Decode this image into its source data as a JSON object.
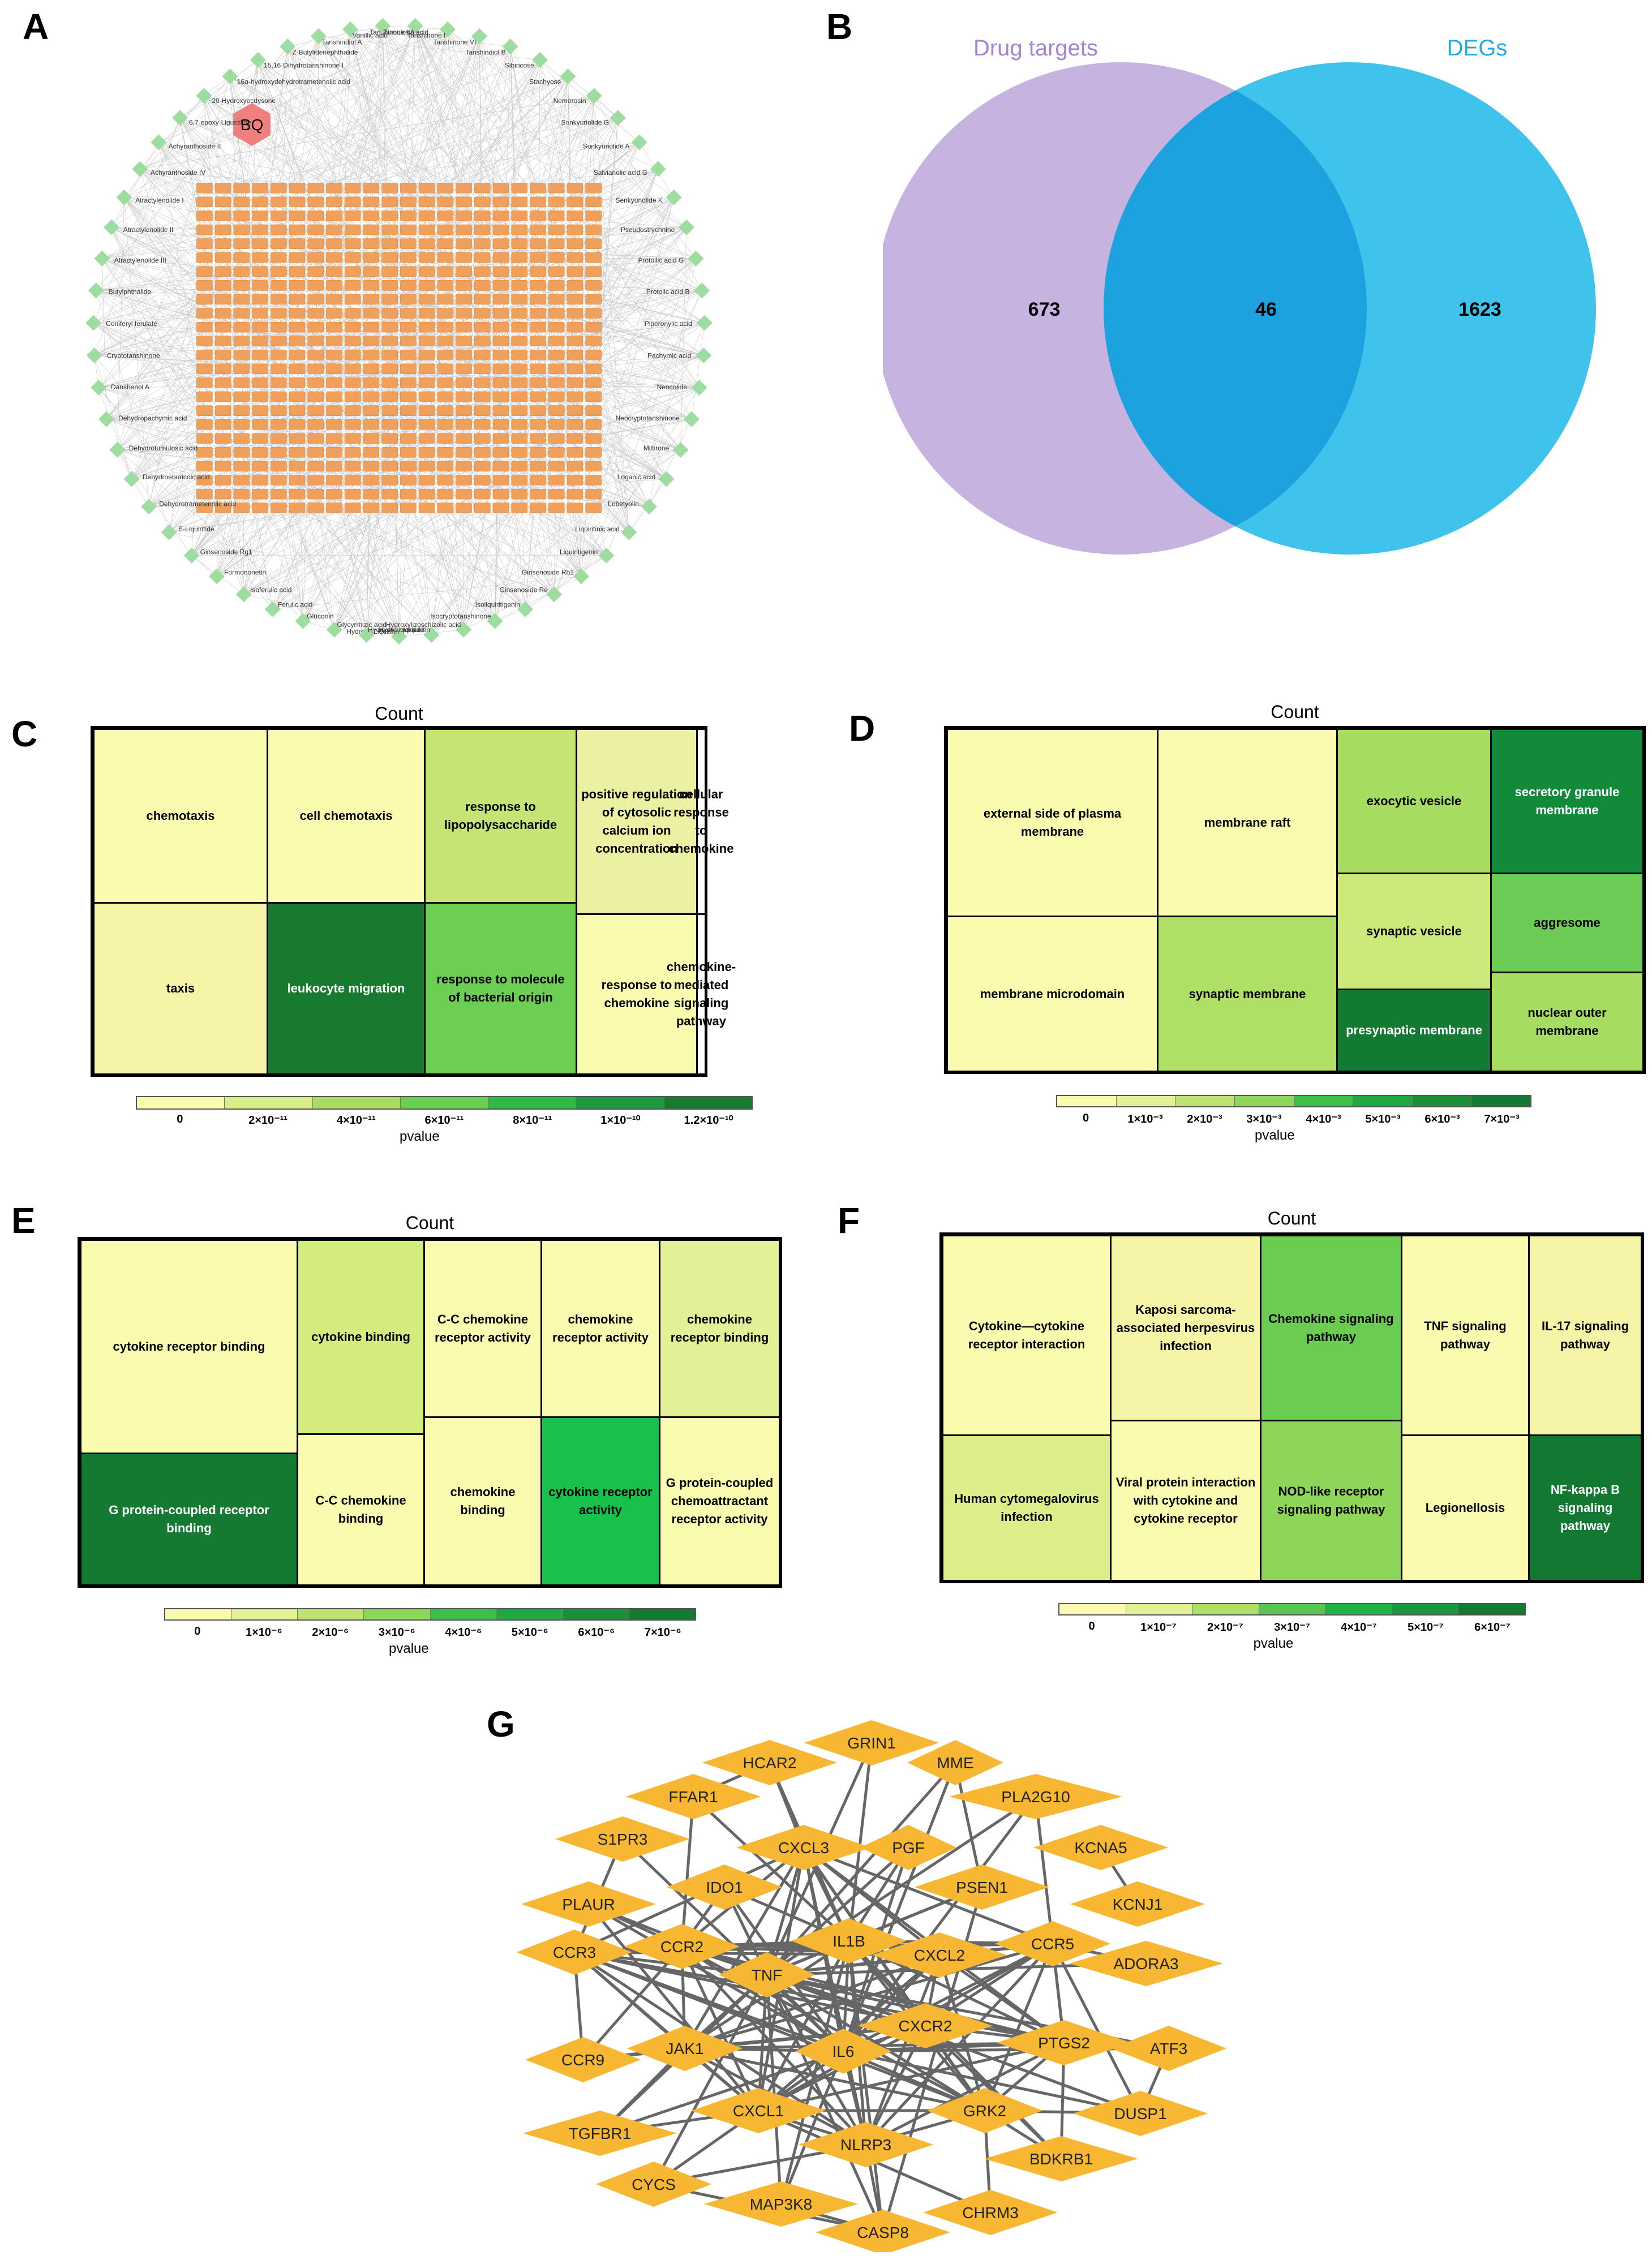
{
  "panels": {
    "a": "A",
    "b": "B",
    "c": "C",
    "d": "D",
    "e": "E",
    "f": "F",
    "g": "G"
  },
  "panel_a": {
    "center_label": "BQ",
    "compounds": [
      "Tanshinone IIA",
      "Tanshinone I",
      "Tanshinone VI",
      "Tanshindiol B",
      "Sibiricose",
      "Stachyose",
      "Nemorosin",
      "Sonkyuriolide G",
      "Sonkyuriolide A",
      "Salvianolic acid G",
      "Senkyunolide K",
      "Pseudostrychnine",
      "Protoilic acid G",
      "Protolic acid B",
      "Piperonylic acid",
      "Pachymic acid",
      "Neocolide",
      "Neocryptotanshinone",
      "Miltirone",
      "Loganic acid",
      "Lobetyolin",
      "Liquiritinic acid",
      "Liquiritigenin",
      "Ginsenoside Rb1",
      "Ginsenoside Re",
      "Isoliquiritigenin",
      "Isocryptotanshinone",
      "Hydroxylizoschizolic acid",
      "Hydroxylqiquiritin",
      "Hydroxy-Liquiritin",
      "Hydroxy-Liquiritide",
      "Glycyrrhizic acid",
      "Gluconin",
      "Ferulic acid",
      "Isoferulic acid",
      "Formononetin",
      "Ginsenoside Rg1",
      "E-Liquiritide",
      "Dehydrotrametenolic acid",
      "Dehydroeburicoic acid",
      "Dehydrotumulosic acid",
      "Dehydropachymic acid",
      "Danshenol A",
      "Cryptotanshinone",
      "Coniferyl ferulate",
      "Butylphthalide",
      "Atractylenolide III",
      "Atractylenolide II",
      "Atractylenolide I",
      "Achyranthoside IV",
      "Achyranthoside II",
      "6,7-epoxy-Ligustilide",
      "20-Hydroxyecdysone",
      "16α-hydroxydehydrotrametenolic acid",
      "15,16-Dihydrotanshinone I",
      "Z-Butylidenephthalide",
      "Tanshindiol A",
      "Vanillic acid",
      "Tumulosic acid"
    ],
    "colors": {
      "compound": "#9fdca0",
      "target": "#f0a05a",
      "center": "#f08080",
      "edge": "#9a9a9a"
    }
  },
  "venn": {
    "left_label": "Drug targets",
    "right_label": "DEGs",
    "left_only": "673",
    "overlap": "46",
    "right_only": "1623",
    "colors": {
      "left": "#c6b3e0",
      "right": "#3fc3ec",
      "overlap": "#1da2e0",
      "left_text": "#a285cf",
      "right_text": "#22a9e6"
    }
  },
  "treemaps": {
    "c": {
      "title": "Count",
      "cells": [
        "chemotaxis",
        "taxis",
        "cell chemotaxis",
        "leukocyte migration",
        "response to lipopolysaccharide",
        "response to molecule of bacterial origin",
        "positive regulation of cytosolic calcium ion concentration",
        "response to chemokine",
        "cellular response to chemokine",
        "chemokine-mediated signaling pathway"
      ],
      "legend": {
        "title": "pvalue",
        "ticks": [
          "0",
          "2×10⁻¹¹",
          "4×10⁻¹¹",
          "6×10⁻¹¹",
          "8×10⁻¹¹",
          "1×10⁻¹⁰",
          "1.2×10⁻¹⁰"
        ]
      }
    },
    "d": {
      "title": "Count",
      "cells": [
        "external side of plasma membrane",
        "membrane microdomain",
        "membrane raft",
        "synaptic membrane",
        "exocytic vesicle",
        "synaptic vesicle",
        "presynaptic membrane",
        "secretory granule membrane",
        "aggresome",
        "nuclear outer membrane"
      ],
      "legend": {
        "title": "pvalue",
        "ticks": [
          "0",
          "1×10⁻³",
          "2×10⁻³",
          "3×10⁻³",
          "4×10⁻³",
          "5×10⁻³",
          "6×10⁻³",
          "7×10⁻³"
        ]
      }
    },
    "e": {
      "title": "Count",
      "cells": [
        "cytokine receptor binding",
        "G protein-coupled receptor binding",
        "cytokine binding",
        "C-C chemokine binding",
        "C-C chemokine receptor activity",
        "chemokine binding",
        "chemokine receptor activity",
        "cytokine receptor activity",
        "chemokine receptor binding",
        "G protein-coupled chemoattractant receptor activity"
      ],
      "legend": {
        "title": "pvalue",
        "ticks": [
          "0",
          "1×10⁻⁶",
          "2×10⁻⁶",
          "3×10⁻⁶",
          "4×10⁻⁶",
          "5×10⁻⁶",
          "6×10⁻⁶",
          "7×10⁻⁶"
        ]
      }
    },
    "f": {
      "title": "Count",
      "cells": [
        "Cytokine—cytokine receptor interaction",
        "Human cytomegalovirus infection",
        "Kaposi sarcoma-associated herpesvirus infection",
        "Viral protein interaction with cytokine and cytokine receptor",
        "Chemokine signaling pathway",
        "NOD-like receptor signaling pathway",
        "TNF signaling pathway",
        "Legionellosis",
        "IL-17 signaling pathway",
        "NF-kappa B signaling pathway"
      ],
      "legend": {
        "title": "pvalue",
        "ticks": [
          "0",
          "1×10⁻⁷",
          "2×10⁻⁷",
          "3×10⁻⁷",
          "4×10⁻⁷",
          "5×10⁻⁷",
          "6×10⁻⁷"
        ]
      }
    }
  },
  "ppi": {
    "nodes": [
      "GRIN1",
      "HCAR2",
      "MME",
      "FFAR1",
      "PLA2G10",
      "S1PR3",
      "CXCL3",
      "PGF",
      "KCNA5",
      "PLAUR",
      "IDO1",
      "PSEN1",
      "KCNJ1",
      "IL1B",
      "CCR3",
      "CCR2",
      "CXCL2",
      "CCR5",
      "ADORA3",
      "TNF",
      "CXCR2",
      "PTGS2",
      "CCR9",
      "JAK1",
      "IL6",
      "ATF3",
      "CXCL1",
      "GRK2",
      "DUSP1",
      "TGFBR1",
      "NLRP3",
      "BDKRB1",
      "CYCS",
      "MAP3K8",
      "CHRM3",
      "CASP8"
    ],
    "colors": {
      "node": "#f7b733",
      "edge": "#666666"
    }
  }
}
